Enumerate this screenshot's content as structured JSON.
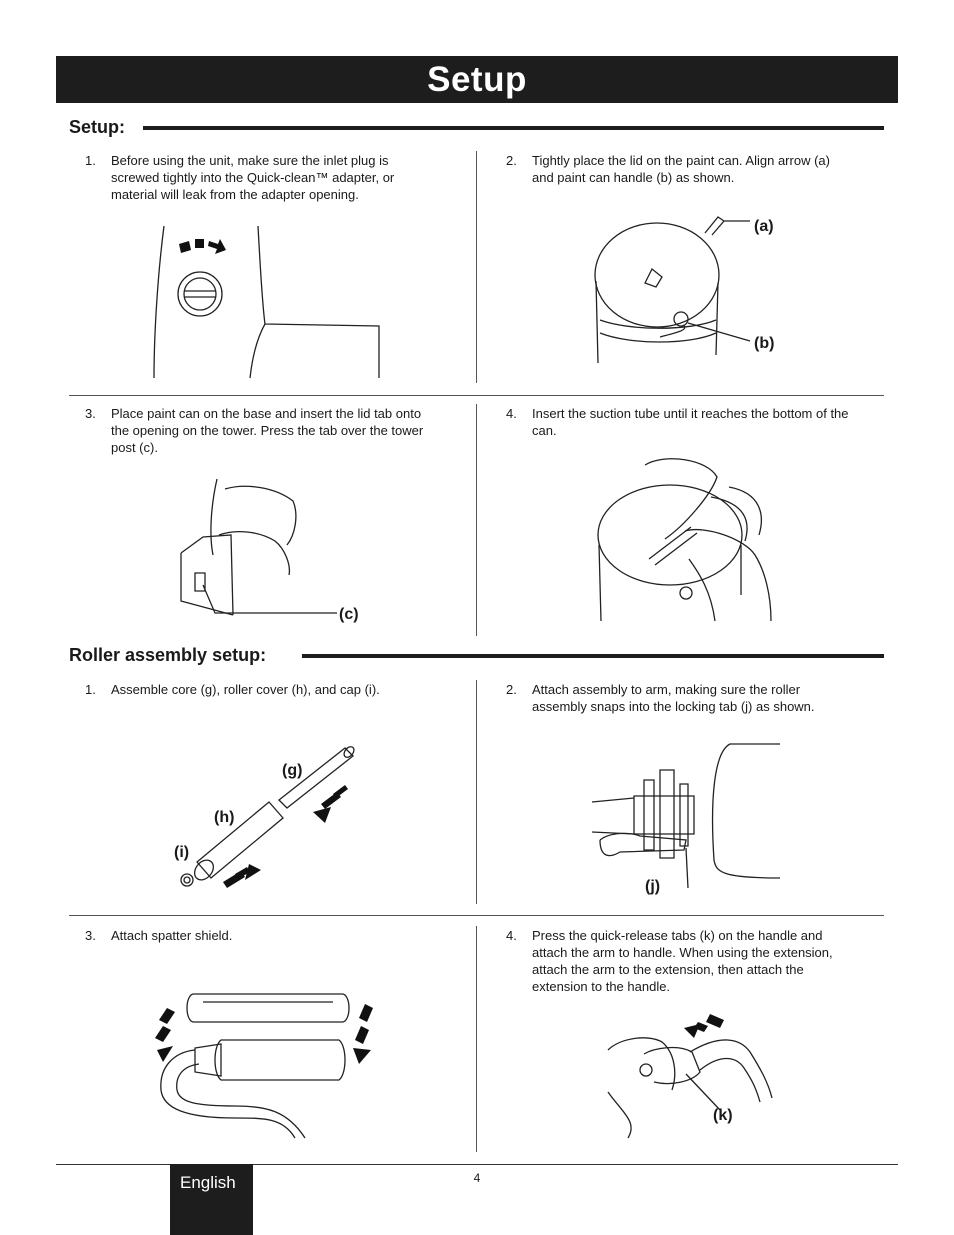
{
  "banner": {
    "title": "Setup"
  },
  "sections": {
    "setup": {
      "heading": "Setup:",
      "steps": [
        {
          "num": "1.",
          "lines": [
            "Before using the unit, make sure the inlet plug is",
            "screwed tightly into the Quick-clean™ adapter, or",
            "material will leak from the adapter opening."
          ]
        },
        {
          "num": "2.",
          "lines": [
            "Tightly place the lid on the paint can.  Align arrow (a)",
            "and paint can handle (b) as shown."
          ]
        },
        {
          "num": "3.",
          "lines": [
            "Place paint can on the base and insert the lid tab onto",
            "the opening on the tower.  Press the tab over the tower",
            "post (c)."
          ]
        },
        {
          "num": "4.",
          "lines": [
            "Insert the suction tube until it reaches the bottom of the",
            "can."
          ]
        }
      ],
      "callouts": {
        "a": "(a)",
        "b": "(b)",
        "c": "(c)"
      }
    },
    "roller": {
      "heading": "Roller assembly setup:",
      "steps": [
        {
          "num": "1.",
          "lines": [
            "Assemble core (g), roller cover (h), and cap (i)."
          ]
        },
        {
          "num": "2.",
          "lines": [
            "Attach assembly to arm, making sure the roller",
            "assembly snaps into the locking tab (j) as shown."
          ]
        },
        {
          "num": "3.",
          "lines": [
            "Attach spatter shield."
          ]
        },
        {
          "num": "4.",
          "lines": [
            "Press the quick-release tabs (k) on the handle and",
            "attach the arm to handle.  When using the extension,",
            "attach the arm to the extension, then attach the",
            "extension to the handle."
          ]
        }
      ],
      "callouts": {
        "g": "(g)",
        "h": "(h)",
        "i": "(i)",
        "j": "(j)",
        "k": "(k)"
      }
    }
  },
  "footer": {
    "language": "English",
    "page_number": "4"
  }
}
